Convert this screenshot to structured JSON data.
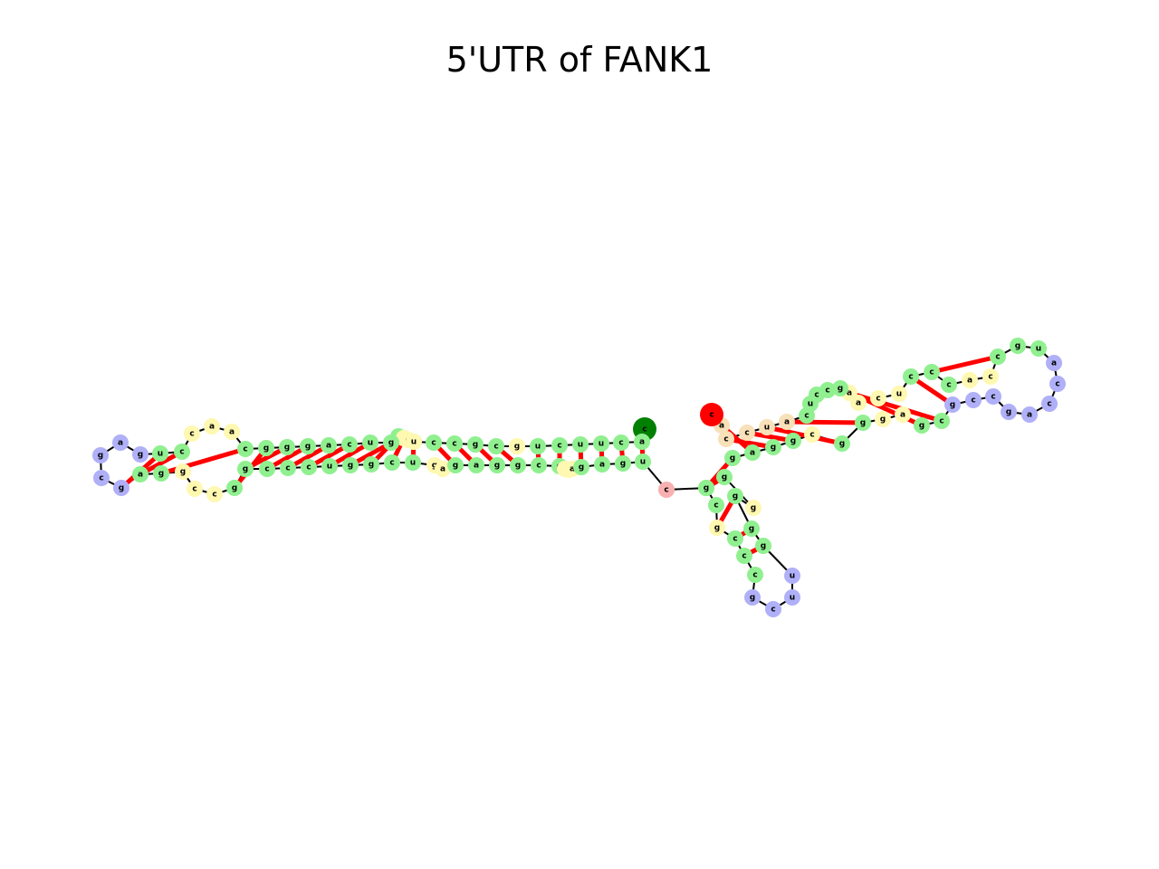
{
  "title": "5'UTR of FANK1",
  "colors": {
    "stem": "#90f090",
    "interior_loop": "#fff8b0",
    "hairpin_loop": "#b0b0f8",
    "five_prime_end": "#f8e0b8",
    "multiloop": "#f8b0b0",
    "start": "#008000",
    "end": "#ff0000",
    "backbone": "#000000",
    "pair": "#ff0000"
  },
  "sequence": [
    {
      "base": "c",
      "type": "start"
    },
    {
      "base": "a",
      "type": "stem"
    },
    {
      "base": "c",
      "type": "stem"
    },
    {
      "base": "u",
      "type": "stem"
    },
    {
      "base": "u",
      "type": "stem"
    },
    {
      "base": "c",
      "type": "stem"
    },
    {
      "base": "u",
      "type": "stem"
    },
    {
      "base": "g",
      "type": "interior_loop"
    },
    {
      "base": "c",
      "type": "stem"
    },
    {
      "base": "g",
      "type": "stem"
    },
    {
      "base": "c",
      "type": "stem"
    },
    {
      "base": "c",
      "type": "stem"
    },
    {
      "base": "u",
      "type": "stem"
    },
    {
      "base": "c",
      "type": "stem"
    },
    {
      "base": "c",
      "type": "stem"
    },
    {
      "base": "g",
      "type": "interior_loop"
    },
    {
      "base": "g",
      "type": "interior_loop"
    },
    {
      "base": "u",
      "type": "interior_loop"
    },
    {
      "base": "g",
      "type": "stem"
    },
    {
      "base": "u",
      "type": "stem"
    },
    {
      "base": "c",
      "type": "stem"
    },
    {
      "base": "a",
      "type": "stem"
    },
    {
      "base": "g",
      "type": "stem"
    },
    {
      "base": "g",
      "type": "stem"
    },
    {
      "base": "g",
      "type": "stem"
    },
    {
      "base": "c",
      "type": "stem"
    },
    {
      "base": "a",
      "type": "interior_loop"
    },
    {
      "base": "a",
      "type": "interior_loop"
    },
    {
      "base": "c",
      "type": "interior_loop"
    },
    {
      "base": "c",
      "type": "stem"
    },
    {
      "base": "u",
      "type": "stem"
    },
    {
      "base": "g",
      "type": "hairpin_loop"
    },
    {
      "base": "a",
      "type": "hairpin_loop"
    },
    {
      "base": "g",
      "type": "hairpin_loop"
    },
    {
      "base": "c",
      "type": "hairpin_loop"
    },
    {
      "base": "g",
      "type": "hairpin_loop"
    },
    {
      "base": "a",
      "type": "stem"
    },
    {
      "base": "g",
      "type": "stem"
    },
    {
      "base": "g",
      "type": "interior_loop"
    },
    {
      "base": "c",
      "type": "interior_loop"
    },
    {
      "base": "c",
      "type": "interior_loop"
    },
    {
      "base": "g",
      "type": "stem"
    },
    {
      "base": "g",
      "type": "stem"
    },
    {
      "base": "c",
      "type": "stem"
    },
    {
      "base": "c",
      "type": "stem"
    },
    {
      "base": "c",
      "type": "stem"
    },
    {
      "base": "u",
      "type": "stem"
    },
    {
      "base": "g",
      "type": "stem"
    },
    {
      "base": "g",
      "type": "stem"
    },
    {
      "base": "c",
      "type": "stem"
    },
    {
      "base": "u",
      "type": "stem"
    },
    {
      "base": "g",
      "type": "interior_loop"
    },
    {
      "base": "a",
      "type": "interior_loop"
    },
    {
      "base": "g",
      "type": "stem"
    },
    {
      "base": "a",
      "type": "stem"
    },
    {
      "base": "g",
      "type": "stem"
    },
    {
      "base": "g",
      "type": "stem"
    },
    {
      "base": "c",
      "type": "stem"
    },
    {
      "base": "g",
      "type": "stem"
    },
    {
      "base": "u",
      "type": "interior_loop"
    },
    {
      "base": "u",
      "type": "interior_loop"
    },
    {
      "base": "a",
      "type": "interior_loop"
    },
    {
      "base": "g",
      "type": "stem"
    },
    {
      "base": "a",
      "type": "stem"
    },
    {
      "base": "g",
      "type": "stem"
    },
    {
      "base": "u",
      "type": "stem"
    },
    {
      "base": "c",
      "type": "multiloop"
    },
    {
      "base": "c",
      "type": "stem"
    },
    {
      "base": "g",
      "type": "stem"
    },
    {
      "base": "g",
      "type": "interior_loop"
    },
    {
      "base": "g",
      "type": "stem"
    },
    {
      "base": "g",
      "type": "stem"
    },
    {
      "base": "g",
      "type": "stem"
    },
    {
      "base": "u",
      "type": "hairpin_loop"
    },
    {
      "base": "u",
      "type": "hairpin_loop"
    },
    {
      "base": "c",
      "type": "hairpin_loop"
    },
    {
      "base": "g",
      "type": "hairpin_loop"
    },
    {
      "base": "c",
      "type": "stem"
    },
    {
      "base": "c",
      "type": "stem"
    },
    {
      "base": "c",
      "type": "stem"
    },
    {
      "base": "g",
      "type": "interior_loop"
    },
    {
      "base": "c",
      "type": "stem"
    },
    {
      "base": "g",
      "type": "stem"
    },
    {
      "base": "g",
      "type": "stem"
    },
    {
      "base": "a",
      "type": "stem"
    },
    {
      "base": "g",
      "type": "stem"
    },
    {
      "base": "g",
      "type": "stem"
    },
    {
      "base": "c",
      "type": "interior_loop"
    },
    {
      "base": "g",
      "type": "stem"
    },
    {
      "base": "g",
      "type": "stem"
    },
    {
      "base": "g",
      "type": "interior_loop"
    },
    {
      "base": "a",
      "type": "interior_loop"
    },
    {
      "base": "g",
      "type": "stem"
    },
    {
      "base": "c",
      "type": "stem"
    },
    {
      "base": "g",
      "type": "hairpin_loop"
    },
    {
      "base": "c",
      "type": "hairpin_loop"
    },
    {
      "base": "c",
      "type": "hairpin_loop"
    },
    {
      "base": "g",
      "type": "hairpin_loop"
    },
    {
      "base": "a",
      "type": "hairpin_loop"
    },
    {
      "base": "c",
      "type": "hairpin_loop"
    },
    {
      "base": "c",
      "type": "hairpin_loop"
    },
    {
      "base": "a",
      "type": "hairpin_loop"
    },
    {
      "base": "u",
      "type": "stem"
    },
    {
      "base": "g",
      "type": "stem"
    },
    {
      "base": "c",
      "type": "stem"
    },
    {
      "base": "c",
      "type": "interior_loop"
    },
    {
      "base": "a",
      "type": "interior_loop"
    },
    {
      "base": "c",
      "type": "stem"
    },
    {
      "base": "c",
      "type": "stem"
    },
    {
      "base": "c",
      "type": "stem"
    },
    {
      "base": "u",
      "type": "interior_loop"
    },
    {
      "base": "c",
      "type": "interior_loop"
    },
    {
      "base": "a",
      "type": "interior_loop"
    },
    {
      "base": "a",
      "type": "interior_loop"
    },
    {
      "base": "g",
      "type": "stem"
    },
    {
      "base": "c",
      "type": "stem"
    },
    {
      "base": "c",
      "type": "stem"
    },
    {
      "base": "u",
      "type": "stem"
    },
    {
      "base": "c",
      "type": "stem"
    },
    {
      "base": "a",
      "type": "five_prime_end"
    },
    {
      "base": "u",
      "type": "five_prime_end"
    },
    {
      "base": "c",
      "type": "five_prime_end"
    },
    {
      "base": "c",
      "type": "five_prime_end"
    },
    {
      "base": "a",
      "type": "five_prime_end"
    },
    {
      "base": "c",
      "type": "end"
    }
  ],
  "pairs": [
    [
      1,
      65
    ],
    [
      2,
      64
    ],
    [
      3,
      63
    ],
    [
      4,
      62
    ],
    [
      5,
      58
    ],
    [
      6,
      57
    ],
    [
      8,
      56
    ],
    [
      9,
      55
    ],
    [
      10,
      54
    ],
    [
      11,
      53
    ],
    [
      12,
      50
    ],
    [
      13,
      49
    ],
    [
      14,
      48
    ],
    [
      18,
      47
    ],
    [
      19,
      46
    ],
    [
      20,
      45
    ],
    [
      21,
      44
    ],
    [
      22,
      43
    ],
    [
      23,
      42
    ],
    [
      24,
      41
    ],
    [
      25,
      37
    ],
    [
      29,
      36
    ],
    [
      30,
      35
    ],
    [
      67,
      83
    ],
    [
      68,
      82
    ],
    [
      70,
      80
    ],
    [
      71,
      79
    ],
    [
      72,
      78
    ],
    [
      84,
      123
    ],
    [
      85,
      122
    ],
    [
      86,
      121
    ],
    [
      88,
      120
    ],
    [
      89,
      119
    ],
    [
      92,
      114
    ],
    [
      93,
      113
    ],
    [
      94,
      109
    ],
    [
      104,
      108
    ]
  ]
}
